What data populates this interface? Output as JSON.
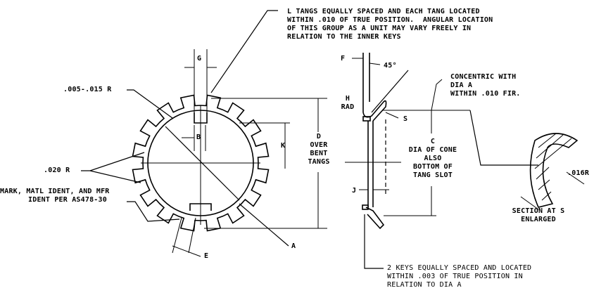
{
  "notes": {
    "tangs": [
      "L TANGS EQUALLY SPACED AND EACH TANG LOCATED",
      "WITHIN .010 OF TRUE POSITION.  ANGULAR LOCATION",
      "OF THIS GROUP AS A UNIT MAY VARY FREELY IN",
      "RELATION TO THE INNER KEYS"
    ],
    "keys": [
      "2 KEYS EQUALLY SPACED AND LOCATED",
      "WITHIN .003 OF TRUE POSITION IN",
      "RELATION TO DIA A"
    ],
    "concentric": [
      "CONCENTRIC WITH",
      "DIA A",
      "WITHIN .010 FIR."
    ],
    "mark": [
      "MARK, MATL IDENT, AND MFR",
      "IDENT PER AS478-30"
    ],
    "section": [
      "SECTION AT S",
      "ENLARGED"
    ]
  },
  "labels": {
    "g": "G",
    "radius_small": ".005-.015 R",
    "b": "B",
    "k": "K",
    "radius_020": ".020 R",
    "e": "E",
    "a": "A",
    "d": [
      "D",
      "OVER",
      "BENT",
      "TANGS"
    ],
    "f": "F",
    "angle": "45°",
    "h": [
      "H",
      "RAD"
    ],
    "s": "S",
    "c": [
      "C",
      "DIA OF CONE",
      "ALSO",
      "BOTTOM OF",
      "TANG SLOT"
    ],
    "j": "J",
    "radius_016": ".016R"
  }
}
